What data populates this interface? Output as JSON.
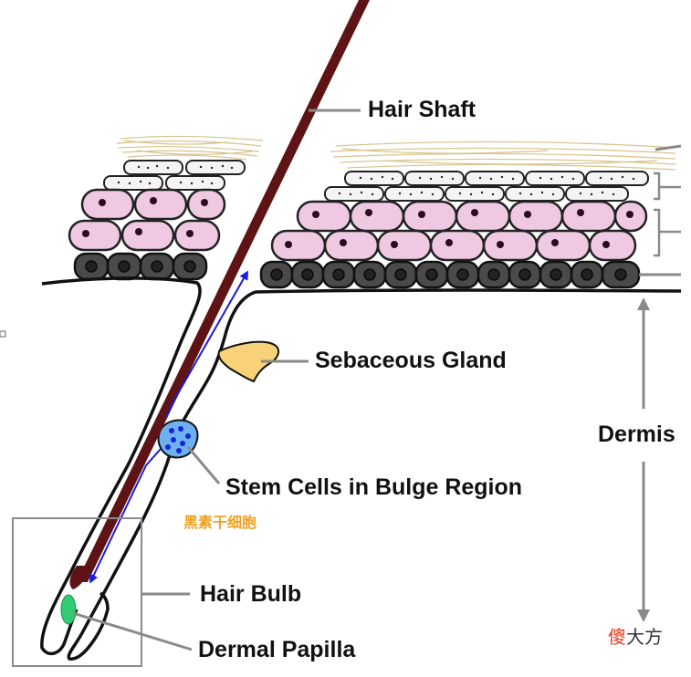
{
  "labels": {
    "hair_shaft": "Hair Shaft",
    "sebaceous_gland": "Sebaceous Gland",
    "stem_cells": "Stem Cells in Bulge Region",
    "melanocyte_stem_cells": "黑素干细胞",
    "hair_bulb": "Hair Bulb",
    "dermal_papilla": "Dermal Papilla",
    "dermis": "Dermis"
  },
  "watermark": {
    "part1": "傻",
    "part2": "大方"
  },
  "colors": {
    "hair_shaft": "#5e1414",
    "keratin_cell": "#f4f4f4",
    "spinous_cell": "#efc9e1",
    "basal_cell": "#4a4a4a",
    "stratum_corneum": "#efe2b4",
    "sebaceous_gland": "#f8d179",
    "stem_cell_body": "#6fb0f0",
    "stem_cell_dot": "#1426d6",
    "dermal_papilla": "#2fcc73",
    "arrow": "#1a18e6",
    "leader_line": "#8a8a8a",
    "cjk_label": "#f0a020",
    "watermark_red": "#e23a1e",
    "watermark_dark": "#333333"
  }
}
